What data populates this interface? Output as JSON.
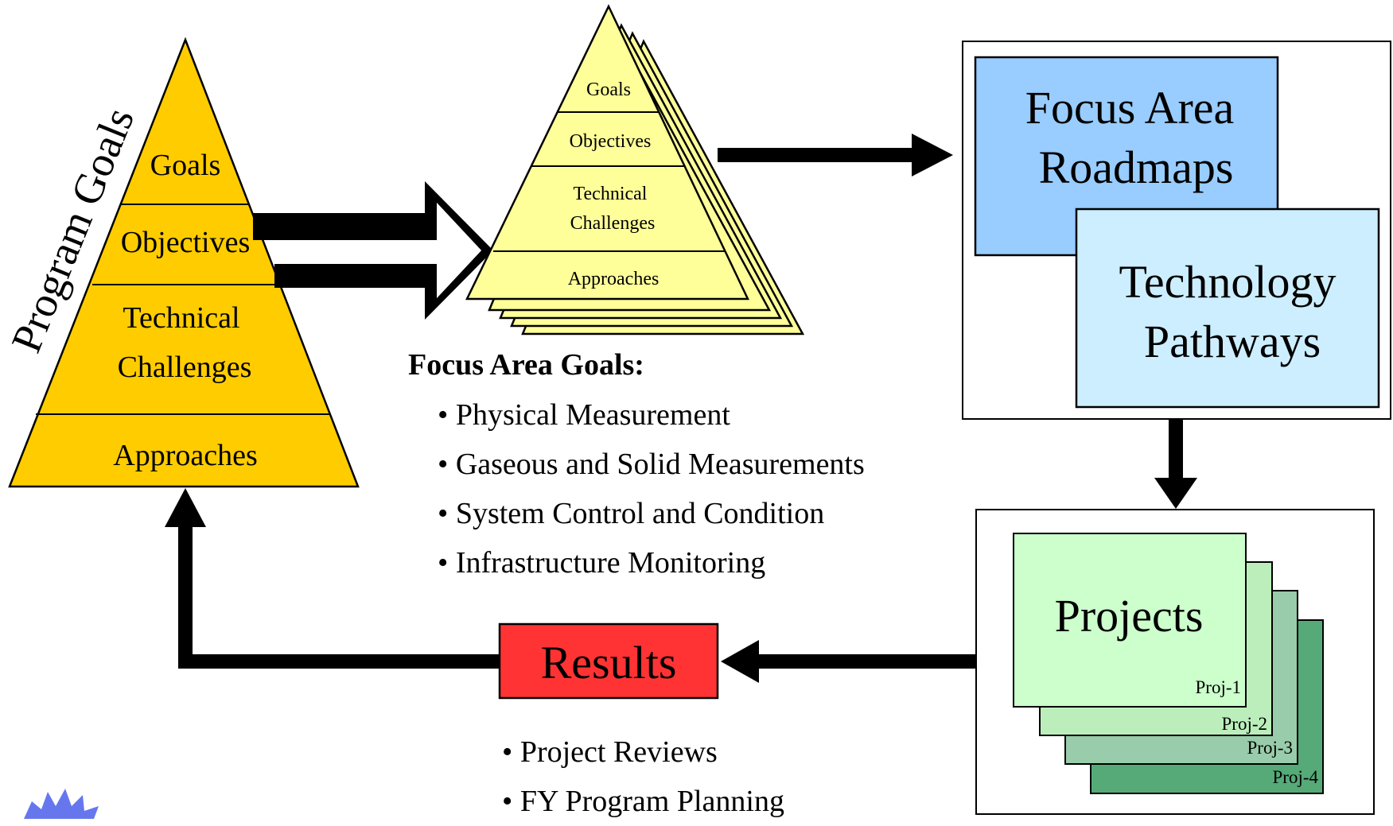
{
  "program_pyramid": {
    "side_label": "Program Goals",
    "tiers": [
      "Goals",
      "Objectives",
      "Technical",
      "Challenges",
      "Approaches"
    ]
  },
  "focus_pyramid": {
    "tiers": [
      "Goals",
      "Objectives",
      "Technical",
      "Challenges",
      "Approaches"
    ]
  },
  "focus_area_goals": {
    "heading": "Focus Area Goals:",
    "items": [
      "Physical Measurement",
      "Gaseous and Solid Measurements",
      "System Control and Condition",
      "Infrastructure Monitoring"
    ]
  },
  "roadmaps": {
    "line1": "Focus Area",
    "line2": "Roadmaps"
  },
  "pathways": {
    "line1": "Technology",
    "line2": "Pathways"
  },
  "projects": {
    "title": "Projects",
    "cards": [
      "Proj-1",
      "Proj-2",
      "Proj-3",
      "Proj-4"
    ]
  },
  "results": {
    "label": "Results",
    "items": [
      "Project Reviews",
      "FY Program Planning"
    ]
  },
  "colors": {
    "program_pyramid": "#ffcc00",
    "focus_pyramid": "#ffff99",
    "roadmaps_box": "#99ccff",
    "pathways_box": "#cceeff",
    "results_box": "#ff3333",
    "proj_1": "#ccffcc",
    "proj_2": "#bbeebb",
    "proj_3": "#99ccaa",
    "proj_4": "#55aa77",
    "logo": "#6677ee"
  }
}
